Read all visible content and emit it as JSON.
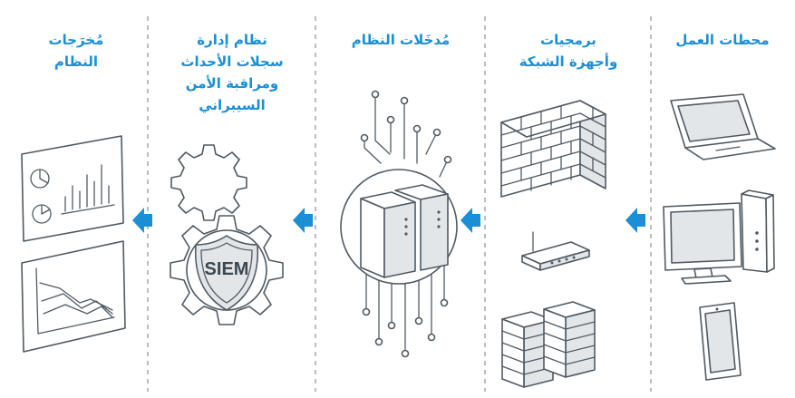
{
  "columns": [
    {
      "id": "workstations",
      "title_lines": [
        "محطات العمل"
      ]
    },
    {
      "id": "network",
      "title_lines": [
        "برمجيات",
        "وأجهزة الشبكة"
      ]
    },
    {
      "id": "inputs",
      "title_lines": [
        "مُدخَلات النظام"
      ]
    },
    {
      "id": "siem",
      "title_lines": [
        "نظام إدارة",
        "سجلات الأحداث",
        "ومراقبة الأمن",
        "السيبراني"
      ]
    },
    {
      "id": "outputs",
      "title_lines": [
        "مُخرَجات",
        "النظام"
      ]
    }
  ],
  "siem_badge": "SIEM",
  "colors": {
    "accent": "#1a8fd6",
    "line": "#505a63",
    "fill": "#e3e6e9"
  }
}
